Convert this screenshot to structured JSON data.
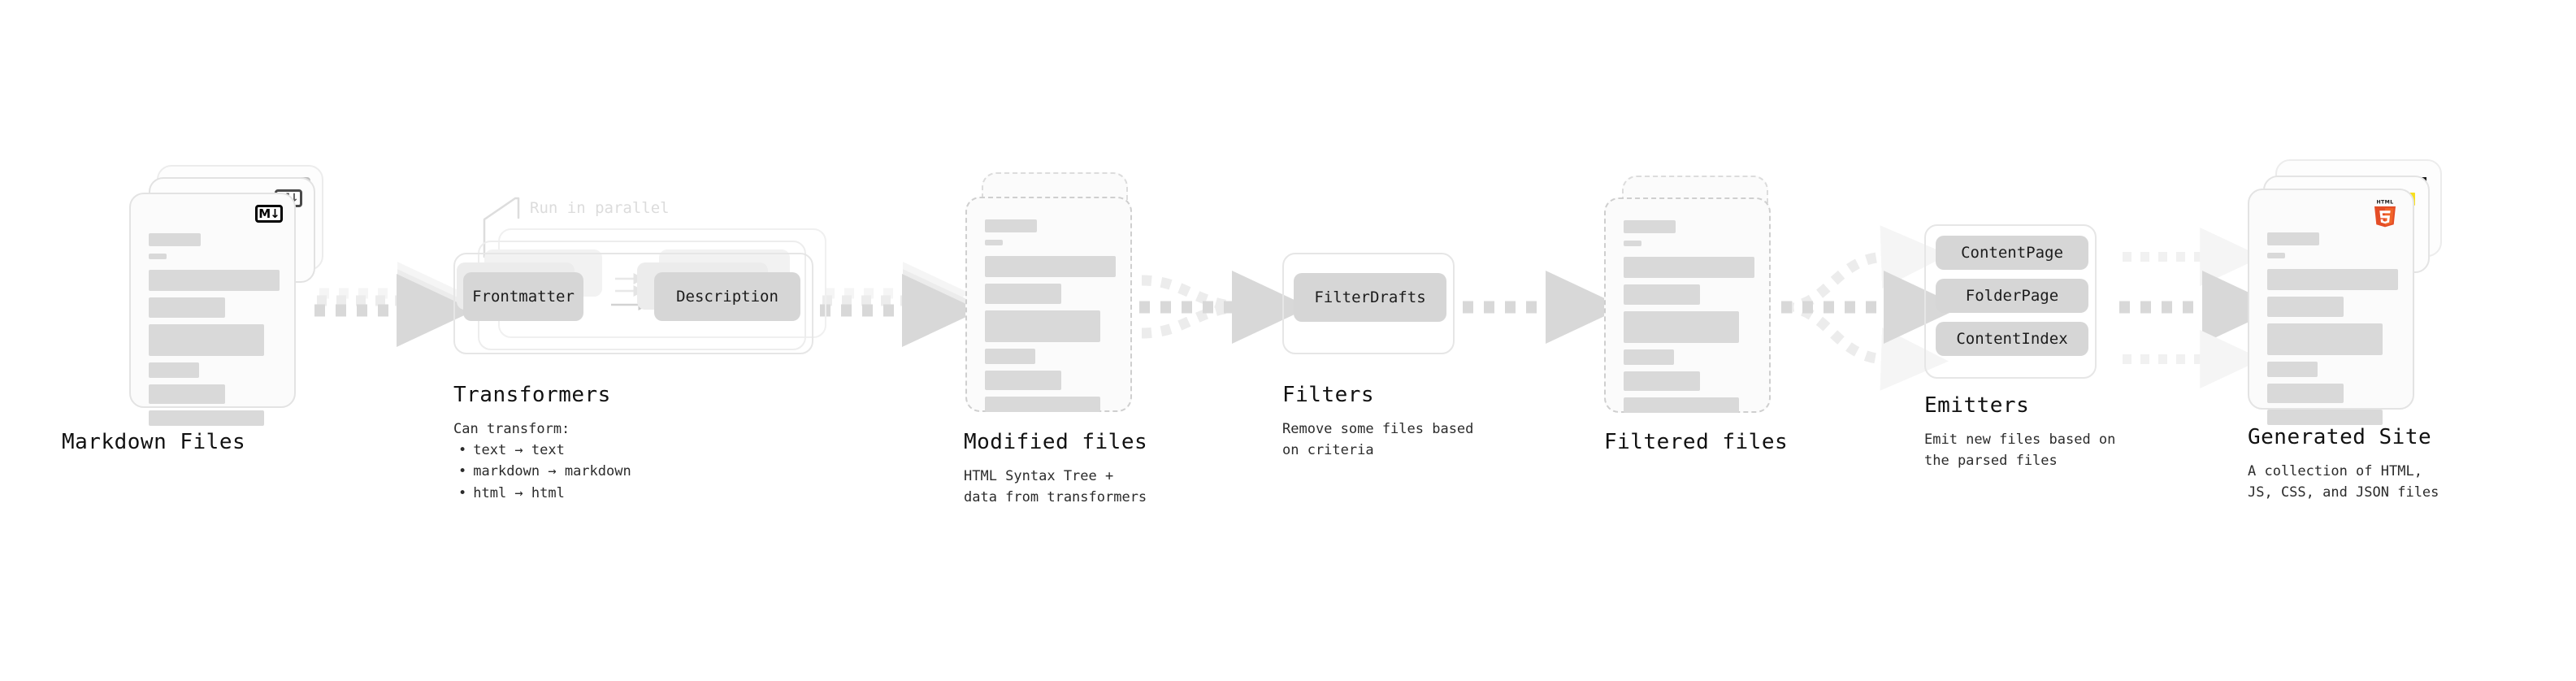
{
  "diagram": {
    "title": "Quartz content pipeline",
    "colors": {
      "card_bg": "#fbfbfb",
      "card_border": "#e3e3e3",
      "dashed_border": "#cfcfcf",
      "bar": "#d9d9d9",
      "pill": "#d6d6d6",
      "group_border": "#e6e6e6",
      "arrow": "#d8d8d8",
      "text": "#111111",
      "muted_text": "#dcdcdc",
      "html5_orange": "#e44d26",
      "html5_orange_light": "#f16529",
      "js_yellow": "#f7df1e",
      "css_blue": "#264de4"
    }
  },
  "stages": [
    {
      "id": "markdown-files",
      "title": "Markdown Files",
      "description": [],
      "badge": "markdown-badge",
      "badge_text": "M↓",
      "card_style": "solid",
      "stack_count": 3
    },
    {
      "id": "transformers",
      "title": "Transformers",
      "description": [
        "Can transform:"
      ],
      "bullets": [
        "text → text",
        "markdown → markdown",
        "html → html"
      ],
      "annotation": "Run in parallel",
      "nodes": [
        "Frontmatter",
        "Description"
      ],
      "stack_count": 3
    },
    {
      "id": "modified-files",
      "title": "Modified files",
      "description": [
        "HTML Syntax Tree +",
        "data from transformers"
      ],
      "card_style": "dashed",
      "stack_count": 2
    },
    {
      "id": "filters",
      "title": "Filters",
      "description": [
        "Remove some files based",
        "on criteria"
      ],
      "nodes": [
        "FilterDrafts"
      ]
    },
    {
      "id": "filtered-files",
      "title": "Filtered files",
      "description": [],
      "card_style": "dashed",
      "stack_count": 2
    },
    {
      "id": "emitters",
      "title": "Emitters",
      "description": [
        "Emit new files based on",
        "the parsed files"
      ],
      "nodes": [
        "ContentPage",
        "FolderPage",
        "ContentIndex"
      ]
    },
    {
      "id": "generated-site",
      "title": "Generated Site",
      "description": [
        "A collection of HTML,",
        "JS, CSS, and JSON files"
      ],
      "badge": "html5-badge",
      "badge_text": "HTML5",
      "card_style": "solid",
      "stack_count": 3
    }
  ],
  "labels": {
    "markdown_files": "Markdown Files",
    "transformers": "Transformers",
    "transformers_intro": "Can transform:",
    "transform_1": "text → text",
    "transform_2": "markdown → markdown",
    "transform_3": "html → html",
    "run_in_parallel": "Run in parallel",
    "frontmatter": "Frontmatter",
    "description_node": "Description",
    "modified_files": "Modified files",
    "modified_files_sub_1": "HTML Syntax Tree +",
    "modified_files_sub_2": "data from transformers",
    "filters": "Filters",
    "filters_sub_1": "Remove some files based",
    "filters_sub_2": "on criteria",
    "filter_drafts": "FilterDrafts",
    "filtered_files": "Filtered files",
    "emitters": "Emitters",
    "emitters_sub_1": "Emit new files based on",
    "emitters_sub_2": "the parsed files",
    "content_page": "ContentPage",
    "folder_page": "FolderPage",
    "content_index": "ContentIndex",
    "generated_site": "Generated Site",
    "generated_site_sub_1": "A collection of HTML,",
    "generated_site_sub_2": "JS, CSS, and JSON files",
    "md_badge": "M↓",
    "html5_badge": "HTML"
  }
}
